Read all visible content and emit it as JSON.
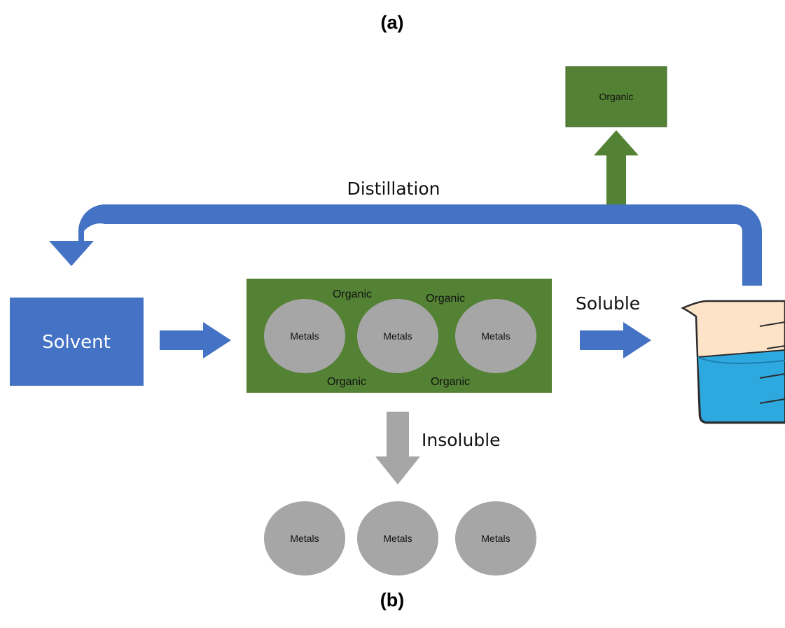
{
  "panel_labels": {
    "top": "(a)",
    "bottom": "(b)"
  },
  "solvent_box": {
    "label": "Solvent"
  },
  "organic_product": {
    "label": "Organic"
  },
  "flow_labels": {
    "distillation": "Distillation",
    "soluble": "Soluble",
    "insoluble": "Insoluble"
  },
  "mixture": {
    "metals": [
      "Metals",
      "Metals",
      "Metals"
    ],
    "organics": [
      "Organic",
      "Organic",
      "Organic",
      "Organic"
    ]
  },
  "residue": {
    "metals": [
      "Metals",
      "Metals",
      "Metals"
    ]
  },
  "colors": {
    "blue": "#4472c4",
    "green": "#548235",
    "gray": "#a6a6a6",
    "liquid": "#2ea9df",
    "beaker_glass": "#fde4c8"
  }
}
